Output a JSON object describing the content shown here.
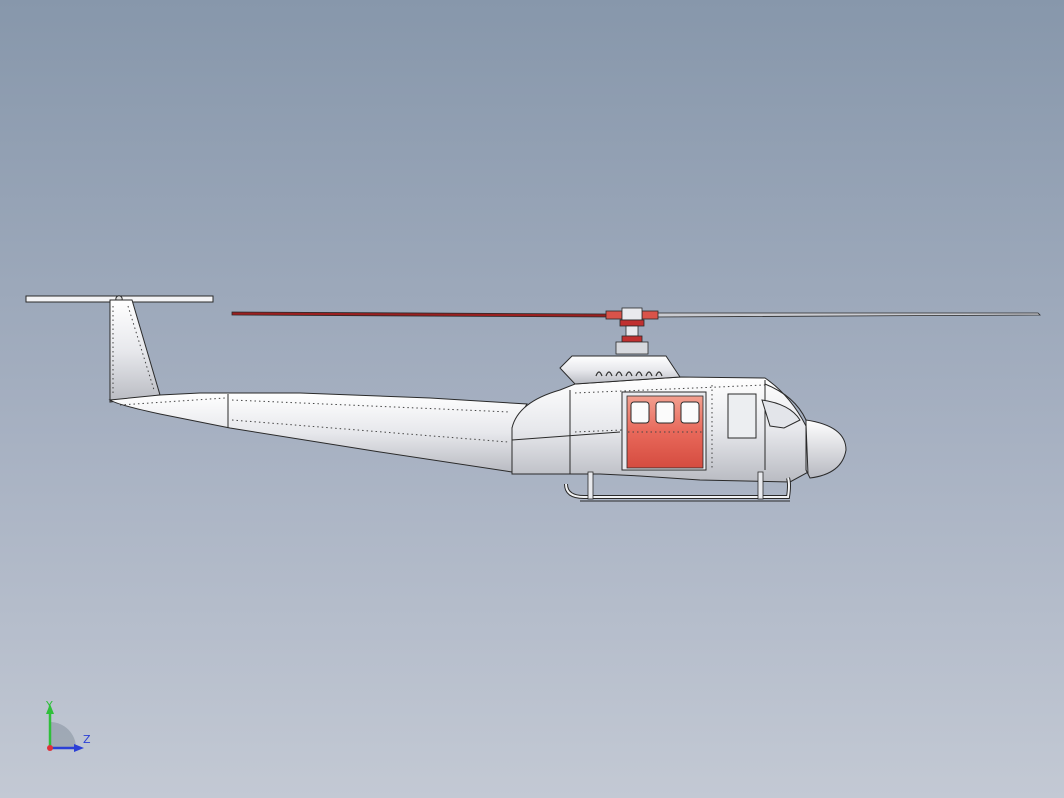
{
  "viewport": {
    "background_top": "#8797ab",
    "background_bottom": "#c3c9d4",
    "model": "helicopter-side-view"
  },
  "triad": {
    "y_label": "Y",
    "z_label": "Z",
    "y_color": "#2fbf3a",
    "z_color": "#2b3fd6",
    "x_color": "#e0303a"
  },
  "colors": {
    "body": "#e9eaee",
    "outline": "#2a2a2a",
    "door": "#e46858",
    "rotor_accent": "#c03030"
  }
}
